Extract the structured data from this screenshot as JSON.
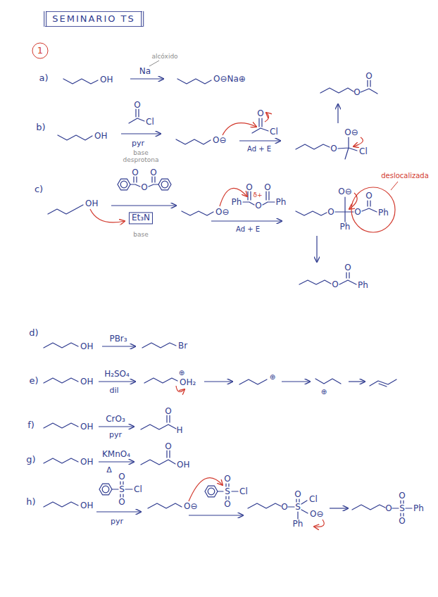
{
  "diagram": {
    "nodes": [
      {
        "text": [
          "SEMINARIO TS"
        ]
      },
      {
        "text": [
          "1"
        ]
      },
      {
        "text": [
          "Et₃N"
        ]
      }
    ],
    "labels": [
      "a)",
      "OH",
      "Na",
      "alcóxido",
      "O⊖Na⊕",
      "b)",
      "OH",
      "O",
      "Cl",
      "pyr",
      "base desprotona",
      "O⊖",
      "O",
      "Cl",
      "Ad + E",
      "O",
      "O⊖",
      "Cl",
      "O",
      "O",
      "c)",
      "OH",
      "O",
      "O",
      "O",
      "base",
      "O⊖",
      "Ph",
      "O",
      "δ+",
      "O",
      "O",
      "Ph",
      "Ad + E",
      "O",
      "O⊖",
      "Ph",
      "O",
      "O",
      "Ph",
      "deslocalizada",
      "O",
      "O",
      "Ph",
      "d)",
      "OH",
      "PBr₃",
      "Br",
      "e)",
      "OH",
      "H₂SO₄",
      "dil",
      "⊕",
      "OH₂",
      "⊕",
      "⊕",
      "f)",
      "OH",
      "CrO₃",
      "pyr",
      "O",
      "H",
      "g)",
      "OH",
      "KMnO₄",
      "Δ",
      "O",
      "OH",
      "h)",
      "OH",
      "O",
      "S",
      "O",
      "Cl",
      "pyr",
      "O⊖",
      "O",
      "S",
      "O",
      "Cl",
      "O",
      "S",
      "O",
      "Cl",
      "O⊖",
      "Ph",
      "O",
      "S",
      "O",
      "O",
      "Ph"
    ]
  }
}
